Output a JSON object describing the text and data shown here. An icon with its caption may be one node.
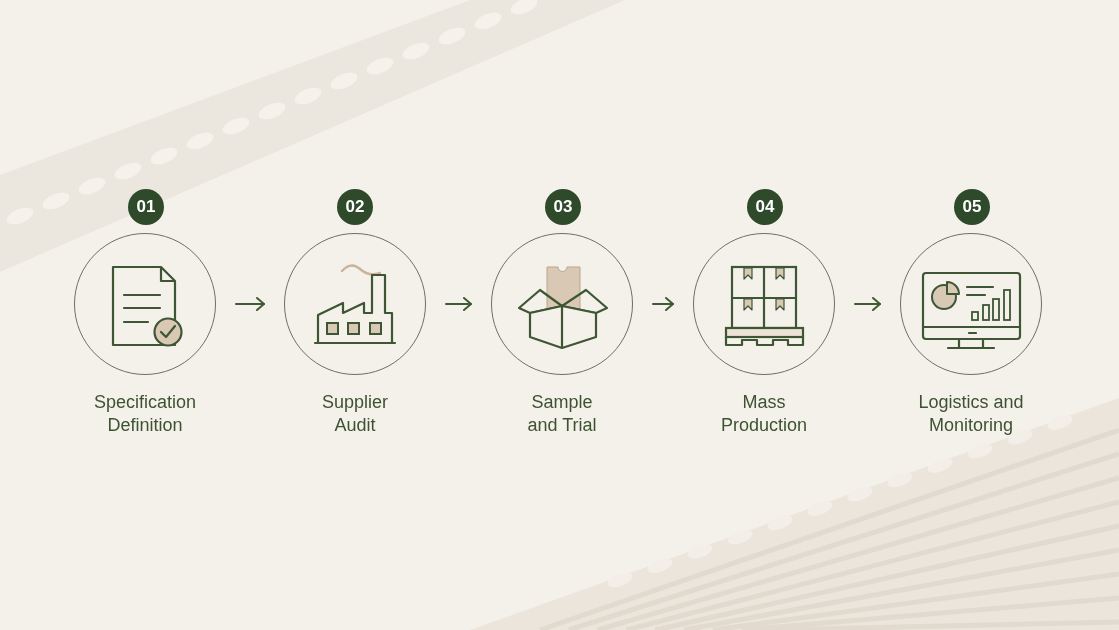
{
  "diagram": {
    "nodes": [
      {
        "text": [
          "01"
        ]
      },
      {
        "text": [
          "Specification Definition"
        ]
      },
      {
        "text": [
          "02"
        ]
      },
      {
        "text": [
          "Supplier Audit"
        ]
      },
      {
        "text": [
          "03"
        ]
      },
      {
        "text": [
          "Sample and Trial"
        ]
      },
      {
        "text": [
          "04"
        ]
      },
      {
        "text": [
          "Mass Production"
        ]
      },
      {
        "text": [
          "05"
        ]
      },
      {
        "text": [
          "Logistics and Monitoring"
        ]
      }
    ],
    "edges": [
      {
        "from": 1,
        "to": 3,
        "arrow": "to"
      },
      {
        "from": 3,
        "to": 5,
        "arrow": "to"
      },
      {
        "from": 5,
        "to": 7,
        "arrow": "to"
      },
      {
        "from": 7,
        "to": 9,
        "arrow": "to"
      }
    ]
  }
}
